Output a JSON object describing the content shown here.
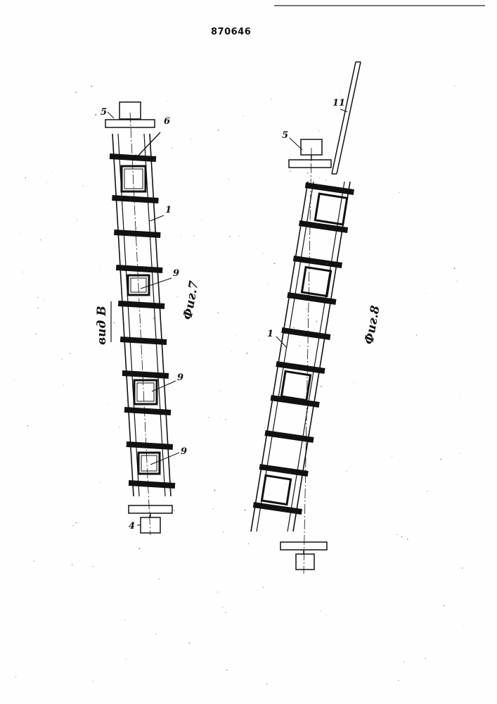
{
  "document": {
    "patent_number": "870646",
    "view_label": "вид В",
    "fig7_caption": "Фиг.7",
    "fig8_caption": "Фиг.8"
  },
  "fig7": {
    "labels": [
      "5",
      "6",
      "1",
      "9",
      "9",
      "9",
      "4"
    ]
  },
  "fig8": {
    "labels": [
      "5",
      "11",
      "1"
    ]
  }
}
